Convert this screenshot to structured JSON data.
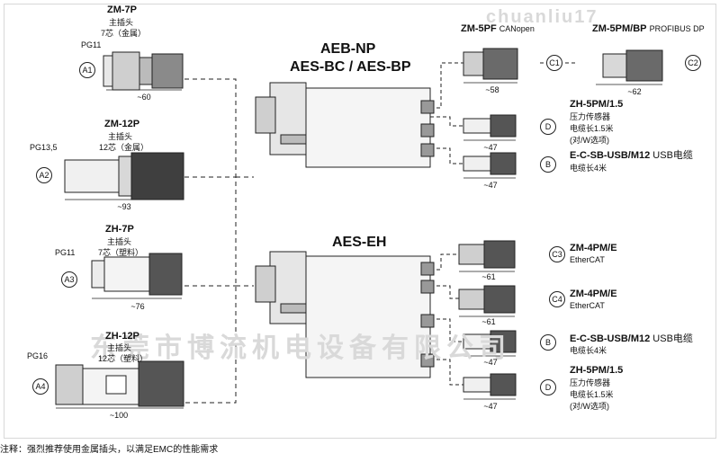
{
  "left_connectors": [
    {
      "id": "A1",
      "model": "ZM-7P",
      "line1": "主插头",
      "line2": "7芯（金属）",
      "thread": "PG11",
      "length": "~60"
    },
    {
      "id": "A2",
      "model": "ZM-12P",
      "line1": "主插头",
      "line2": "12芯（金属）",
      "thread": "PG13,5",
      "length": "~93"
    },
    {
      "id": "A3",
      "model": "ZH-7P",
      "line1": "主插头",
      "line2": "7芯（塑料）",
      "thread": "PG11",
      "length": "~76"
    },
    {
      "id": "A4",
      "model": "ZH-12P",
      "line1": "主插头",
      "line2": "12芯（塑料）",
      "thread": "PG16",
      "length": "~100"
    }
  ],
  "units": [
    {
      "title_line1": "AEB-NP",
      "title_line2": "AES-BC / AES-BP"
    },
    {
      "title_line1": "AES-EH",
      "title_line2": ""
    }
  ],
  "top_right": [
    {
      "id": "C1",
      "model": "ZM-5PF",
      "desc": "CANopen",
      "length": "~58"
    },
    {
      "id": "C2",
      "model": "ZM-5PM/BP",
      "desc": "PROFIBUS DP",
      "length": "~62"
    }
  ],
  "right_connectors_upper": [
    {
      "id": "D",
      "model": "ZH-5PM/1.5",
      "desc1": "压力传感器",
      "desc2": "电缆长1.5米",
      "desc3": "(对/W选项)",
      "length": "~47"
    },
    {
      "id": "B",
      "model": "E-C-SB-USB/M12",
      "model_suffix": "USB电缆",
      "desc1": "电缆长4米",
      "length": "~47"
    }
  ],
  "right_connectors_lower": [
    {
      "id": "C3",
      "model": "ZM-4PM/E",
      "desc1": "EtherCAT",
      "length": "~61"
    },
    {
      "id": "C4",
      "model": "ZM-4PM/E",
      "desc1": "EtherCAT",
      "length": "~61"
    },
    {
      "id": "B",
      "model": "E-C-SB-USB/M12",
      "model_suffix": "USB电缆",
      "desc1": "电缆长4米",
      "length": "~47"
    },
    {
      "id": "D",
      "model": "ZH-5PM/1.5",
      "desc1": "压力传感器",
      "desc2": "电缆长1.5米",
      "desc3": "(对/W选项)",
      "length": "~47"
    }
  ],
  "watermark_top": "chuanliu17",
  "watermark": "东莞市博流机电设备有限公司",
  "note": "注释：强烈推荐使用金属插头，以满足EMC的性能需求",
  "colors": {
    "line": "#222222",
    "body_fill": "#f4f4f4",
    "dark": "#3a3a3a",
    "watermark": "#d9d9d9"
  }
}
